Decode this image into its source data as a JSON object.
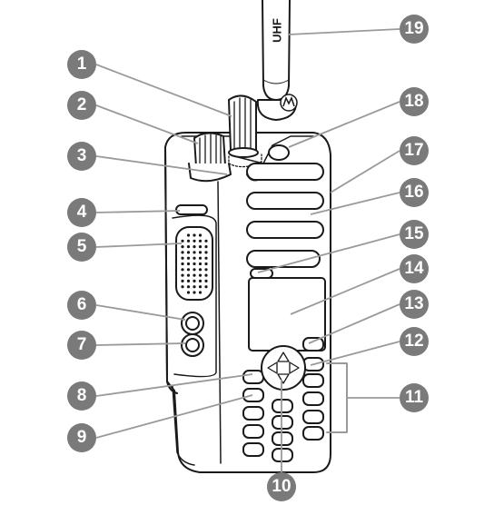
{
  "diagram": {
    "badge_color": "#7a7a7a",
    "line_color": "#9a9a9a",
    "outline_color": "#1a1a1a",
    "antenna_marking": "UHF",
    "callouts": [
      "1",
      "2",
      "3",
      "4",
      "5",
      "6",
      "7",
      "8",
      "9",
      "10",
      "11",
      "12",
      "13",
      "14",
      "15",
      "16",
      "17",
      "18",
      "19"
    ]
  }
}
